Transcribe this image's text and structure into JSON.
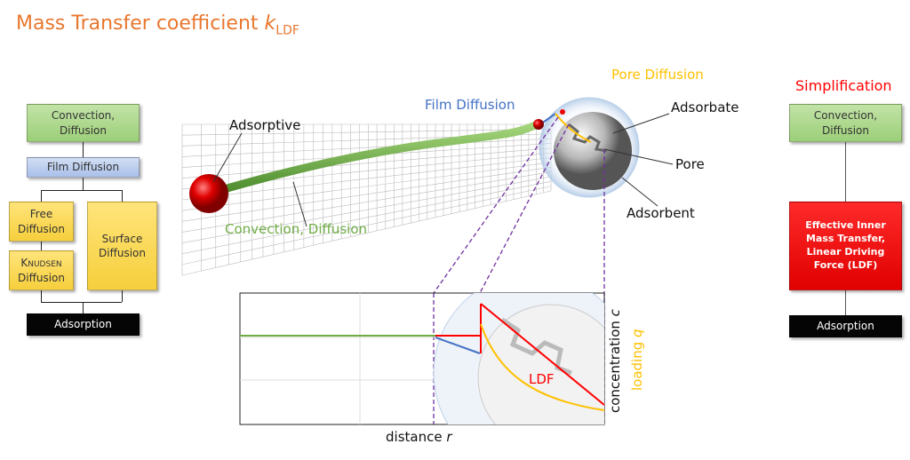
{
  "title": {
    "main": "Mass Transfer coefficient ",
    "symbol": "k",
    "subscript": "LDF"
  },
  "left_chart": {
    "convection": "Convection, Diffusion",
    "film": "Film Diffusion",
    "free": "Free Diffusion",
    "knudsen_prefix": "K",
    "knudsen_small": "NUDSEN",
    "knudsen_suffix": "Diffusion",
    "surface": "Surface Diffusion",
    "adsorption": "Adsorption"
  },
  "right_chart": {
    "heading": "Simplification",
    "convection": "Convection, Diffusion",
    "ldf": "Effective Inner Mass Transfer, Linear Driving Force (LDF)",
    "adsorption": "Adsorption"
  },
  "illustration": {
    "adsorptive": "Adsorptive",
    "film_diffusion": "Film Diffusion",
    "pore_diffusion": "Pore Diffusion",
    "adsorbate": "Adsorbate",
    "pore": "Pore",
    "adsorbent": "Adsorbent",
    "convection_diffusion": "Convection, Diffusion"
  },
  "profile": {
    "ldf_label": "LDF",
    "y_label_1": "concentration ",
    "y_label_1_var": "c",
    "y_label_2": "loading ",
    "y_label_2_var": "q",
    "x_label": "distance ",
    "x_label_var": "r"
  },
  "colors": {
    "title": "#e8772e",
    "film": "#4472c4",
    "pore": "#ffc000",
    "convection": "#70ad47",
    "ldf": "#ff0000"
  }
}
